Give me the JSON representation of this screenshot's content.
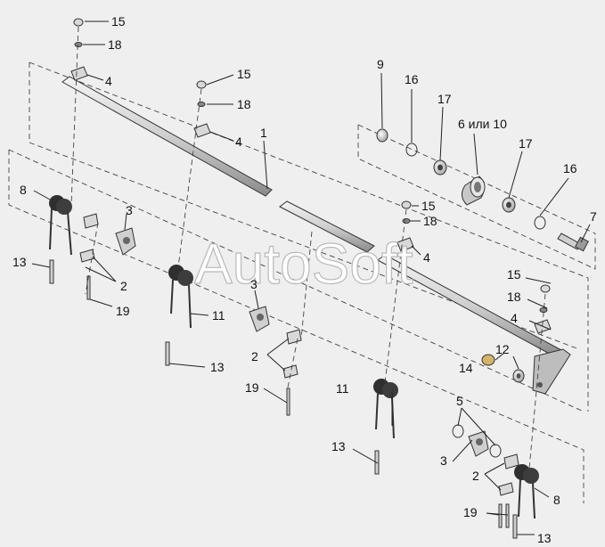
{
  "watermark": "AutoSoft",
  "callouts": {
    "c15a": "15",
    "c18a": "18",
    "c4a": "4",
    "c15b": "15",
    "c18b": "18",
    "c4b": "4",
    "c1": "1",
    "c9": "9",
    "c16a": "16",
    "c17a": "17",
    "c6": "6 или 10",
    "c17b": "17",
    "c16b": "16",
    "c7": "7",
    "c15c": "15",
    "c18c": "18",
    "c4c": "4",
    "c15d": "15",
    "c18d": "18",
    "c4d": "4",
    "c12": "12",
    "c14": "14",
    "c8a": "8",
    "c3a": "3",
    "c13a": "13",
    "c2a": "2",
    "c19a": "19",
    "c3b": "3",
    "c11a": "11",
    "c2b": "2",
    "c13b": "13",
    "c19b": "19",
    "c11b": "11",
    "c5": "5",
    "c3c": "3",
    "c13c": "13",
    "c2c": "2",
    "c8b": "8",
    "c19c": "19",
    "c13d": "13"
  },
  "colors": {
    "background": "#efefef",
    "metal_light": "#dcdcdc",
    "metal_mid": "#bdbdbd",
    "metal_dark": "#6b6b6b",
    "spring": "#3b3b3b",
    "spring_hi": "#c9a23a"
  }
}
